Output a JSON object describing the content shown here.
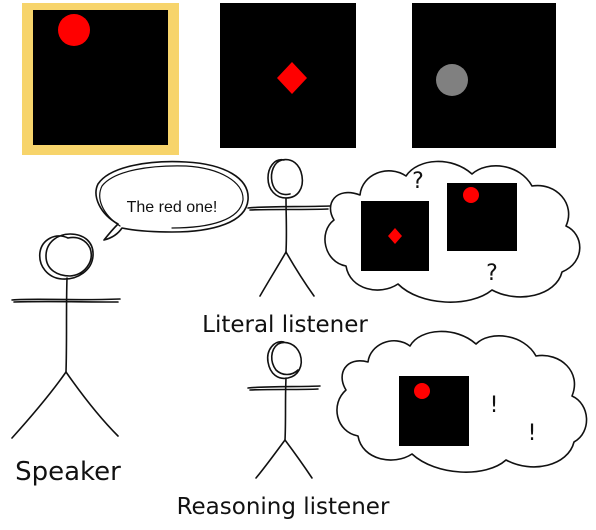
{
  "colors": {
    "panel_background": "#000000",
    "target_highlight": "#f7d46b",
    "red_object": "#ff0000",
    "gray_object": "#808080",
    "ink": "#111111"
  },
  "objects": [
    {
      "shape": "circle",
      "color": "red",
      "highlighted": true
    },
    {
      "shape": "diamond",
      "color": "red",
      "highlighted": false
    },
    {
      "shape": "circle",
      "color": "gray",
      "highlighted": false
    }
  ],
  "speech_bubble": {
    "text": "The red one!"
  },
  "figures": {
    "speaker": "Speaker",
    "literal_listener": "Literal listener",
    "reasoning_listener": "Reasoning listener"
  },
  "literal_thought": {
    "objects": [
      "red-diamond",
      "red-circle"
    ],
    "marks": [
      "?",
      "?"
    ]
  },
  "reasoning_thought": {
    "objects": [
      "red-circle"
    ],
    "marks": [
      "!",
      "!"
    ]
  }
}
